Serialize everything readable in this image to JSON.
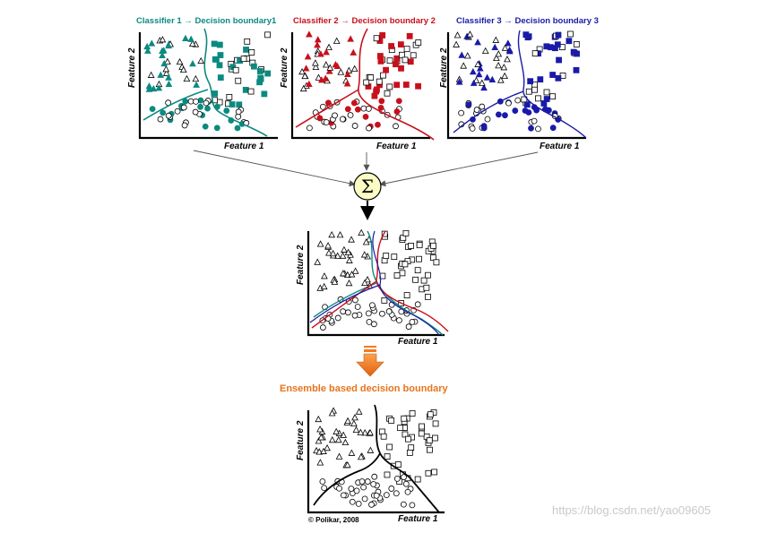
{
  "panels": {
    "classifier1": {
      "title": "Classifier 1 → Decision boundary1",
      "color": "#0b8a80"
    },
    "classifier2": {
      "title": "Classifier 2 → Decision boundary 2",
      "color": "#c8101c"
    },
    "classifier3": {
      "title": "Classifier 3 → Decision boundary 3",
      "color": "#1a1aa8"
    }
  },
  "axes": {
    "x_label": "Feature 1",
    "y_label": "Feature 2"
  },
  "combiner": {
    "symbol": "Σ",
    "fill": "#fbfbc4"
  },
  "ensemble": {
    "title": "Ensemble based decision boundary",
    "title_color": "#e8741c",
    "arrow_color": "#f37a1f"
  },
  "copyright": "© Polikar, 2008",
  "watermark": "https://blog.csdn.net/yao09605"
}
